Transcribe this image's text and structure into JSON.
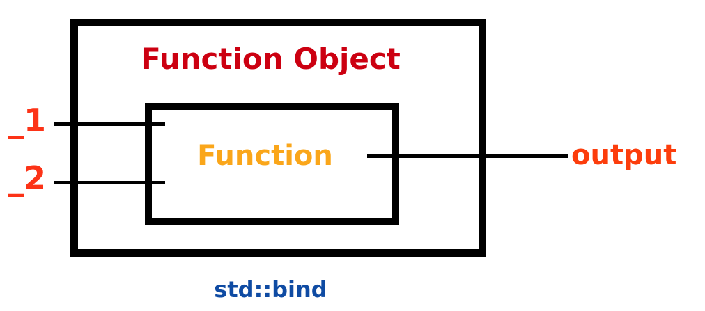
{
  "diagram": {
    "title": "Function Object",
    "caption": "std::bind",
    "inner_node": "Function",
    "inputs": [
      {
        "label": "_1",
        "name": "placeholder-1"
      },
      {
        "label": "_2",
        "name": "placeholder-2"
      }
    ],
    "outputs": [
      {
        "label": "output",
        "name": "output-port"
      }
    ],
    "colors": {
      "title": "#cc0011",
      "inner_node": "#faa61a",
      "inputs": "#fc3317",
      "output": "#fc3d0c",
      "caption": "#0f4ba3",
      "stroke": "#000000",
      "background": "#ffffff"
    }
  }
}
